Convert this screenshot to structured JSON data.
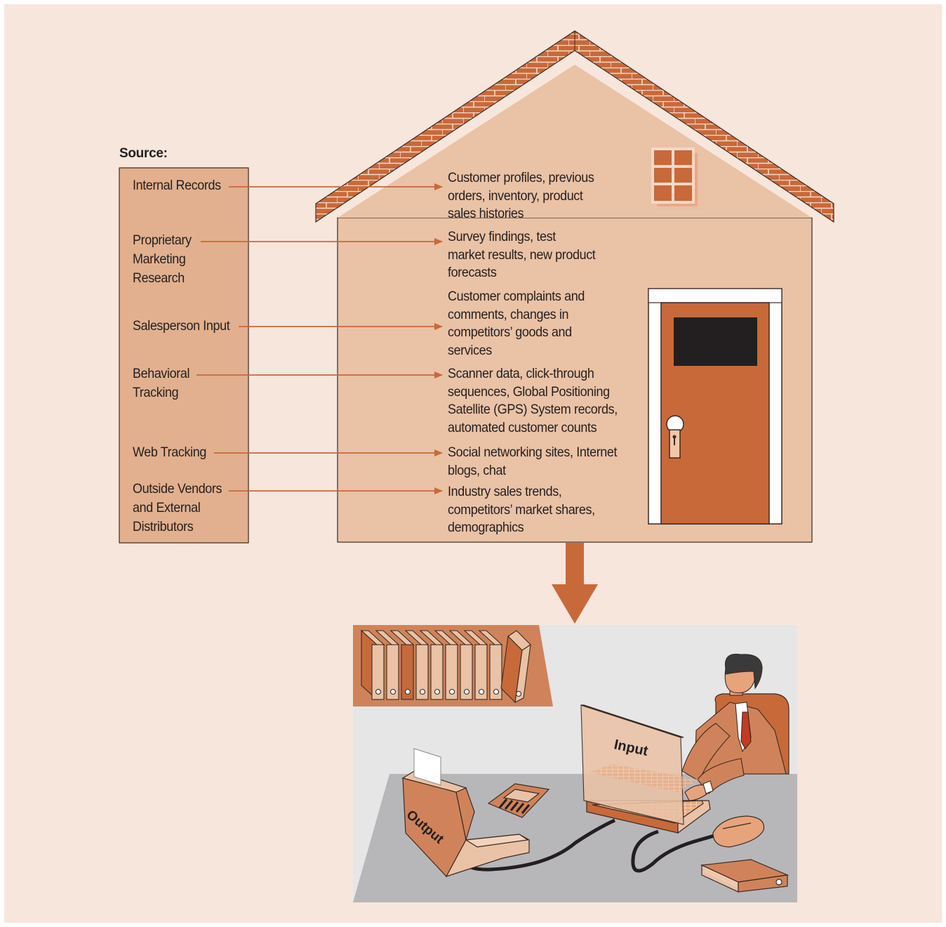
{
  "source_title": "Source:",
  "sources": [
    {
      "label": "Internal Records"
    },
    {
      "label": "Proprietary\nMarketing\nResearch"
    },
    {
      "label": "Salesperson Input"
    },
    {
      "label": "Behavioral\nTracking"
    },
    {
      "label": "Web Tracking"
    },
    {
      "label": "Outside Vendors\nand External\nDistributors"
    }
  ],
  "data_types": [
    {
      "text": "Customer profiles, previous\norders, inventory, product\nsales histories"
    },
    {
      "text": "Survey findings, test\nmarket results, new product\nforecasts"
    },
    {
      "text": "Customer complaints and\ncomments, changes in\ncompetitors’ goods and\nservices"
    },
    {
      "text": "Scanner data, click-through\nsequences, Global Positioning\nSatellite (GPS) System records,\nautomated customer counts"
    },
    {
      "text": "Social networking sites, Internet\nblogs, chat"
    },
    {
      "text": "Industry sales trends,\ncompetitors’ market shares,\ndemographics"
    }
  ],
  "computer_label": "Input",
  "printer_label": "Output",
  "colors": {
    "background": "#f7e6dc",
    "house_wall": "#eac2a6",
    "brick": "#c8693a",
    "accent": "#c8693a",
    "text": "#231f20"
  }
}
